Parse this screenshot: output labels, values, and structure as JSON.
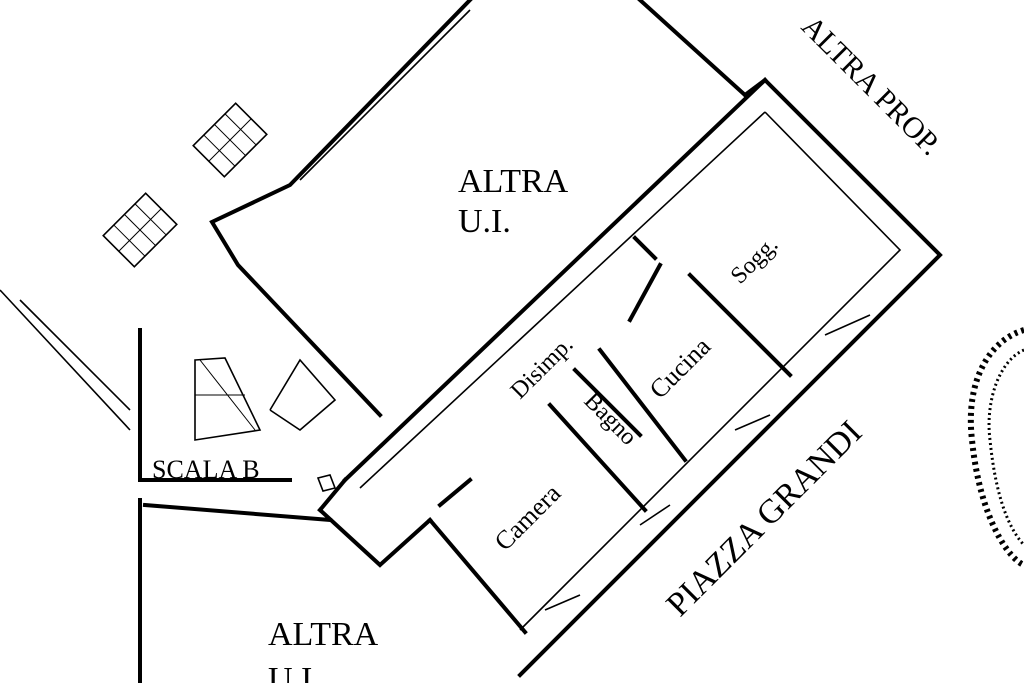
{
  "labels": {
    "altra_ui_top_line1": "ALTRA",
    "altra_ui_top_line2": "U.I.",
    "altra_prop": "ALTRA PROP.",
    "sogg": "Sogg.",
    "cucina": "Cucina",
    "disimp": "Disimp.",
    "bagno": "Bagno",
    "camera": "Camera",
    "scala_b": "SCALA  B",
    "piazza_grandi": "PIAZZA GRANDI",
    "altra_ui_bottom_line1": "ALTRA",
    "altra_ui_bottom_line2": "U.I."
  },
  "colors": {
    "ink": "#000000",
    "paper": "#ffffff"
  }
}
